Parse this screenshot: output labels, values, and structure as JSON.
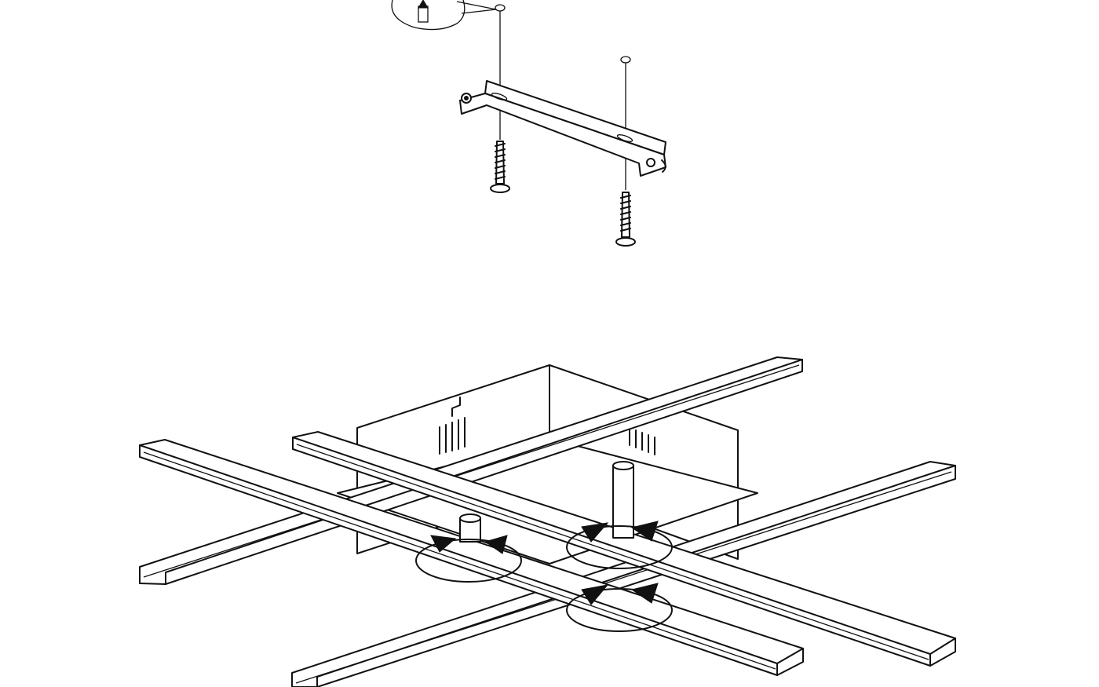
{
  "diagram": {
    "steps": [
      {
        "id": "ceiling-mounting",
        "parts": [
          "wall-plug-detail",
          "ceiling-drill-hole",
          "mounting-bracket",
          "mounting-screw",
          "mounting-screw"
        ]
      },
      {
        "id": "fixture-attachment",
        "parts": [
          "driver-housing",
          "led-bar",
          "led-bar",
          "led-bar",
          "led-bar",
          "threaded-post",
          "threaded-post",
          "rotation-arrow",
          "rotation-arrow",
          "rotation-arrow"
        ]
      }
    ],
    "colors": {
      "ink": "#111111",
      "paper": "#ffffff"
    }
  }
}
